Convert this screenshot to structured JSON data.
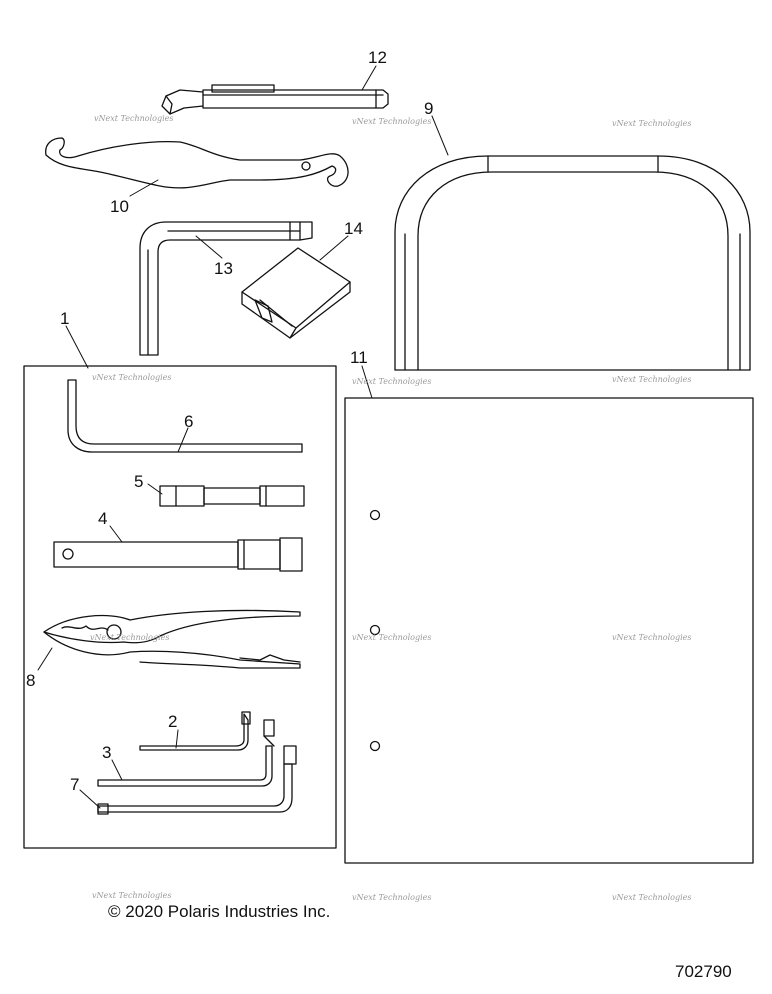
{
  "callouts": {
    "c1": "1",
    "c2": "2",
    "c3": "3",
    "c4": "4",
    "c5": "5",
    "c6": "6",
    "c7": "7",
    "c8": "8",
    "c9": "9",
    "c10": "10",
    "c11": "11",
    "c12": "12",
    "c13": "13",
    "c14": "14"
  },
  "watermark": "vNext Technologies",
  "copyright": "© 2020 Polaris Industries Inc.",
  "diagram_number": "702790"
}
